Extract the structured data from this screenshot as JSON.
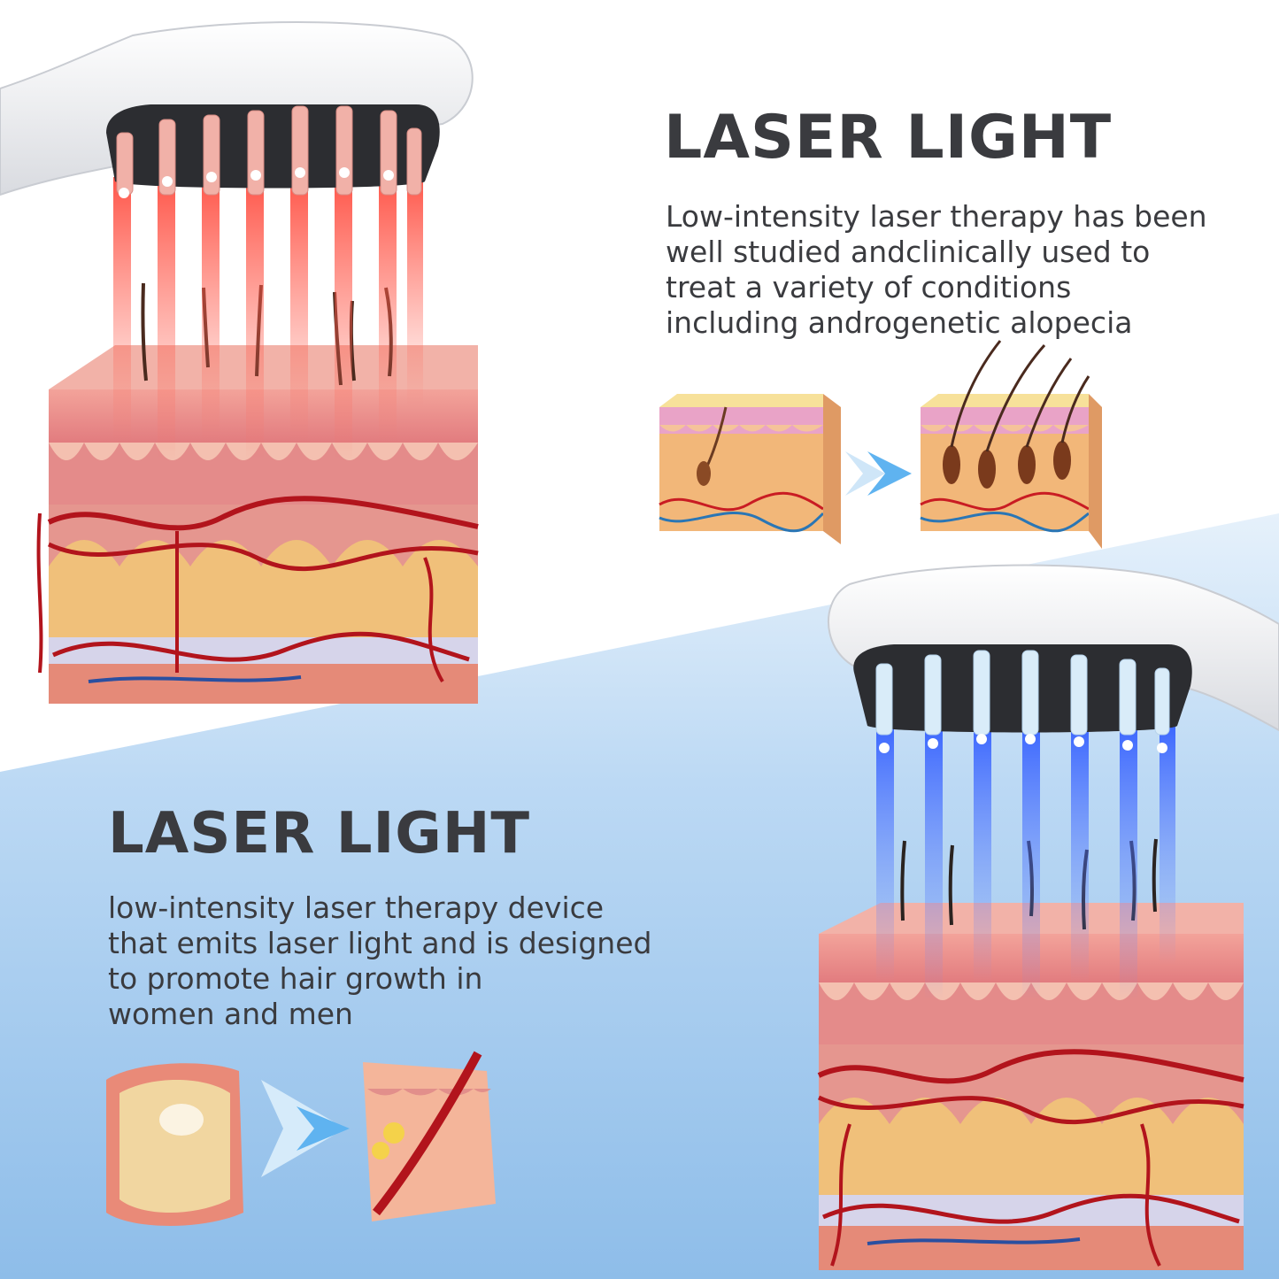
{
  "top_section": {
    "heading": "LASER LIGHT",
    "body_lines": [
      "Low-intensity laser therapy has been",
      "well studied andclinically used to",
      "treat a variety of conditions",
      "including androgenetic alopecia"
    ],
    "light_color": "#ff5a4e"
  },
  "bottom_section": {
    "heading": "LASER LIGHT",
    "body_lines": [
      "low-intensity laser therapy device",
      "that emits laser light and is designed",
      "to promote hair growth in",
      "women and men"
    ],
    "light_color": "#2e5bff"
  },
  "colors": {
    "text": "#3a3b3f",
    "background_white": "#ffffff",
    "background_blue": "#a9cdf0",
    "skin_pink": "#e07f86",
    "vessel_red": "#b2141c",
    "fat_yellow": "#f1c97e",
    "arrow_blue": "#5fb3f0"
  },
  "icons": {
    "device_top": "laser-comb-device-icon",
    "device_bottom": "laser-comb-device-icon",
    "arrow": "chevron-right-icon"
  }
}
